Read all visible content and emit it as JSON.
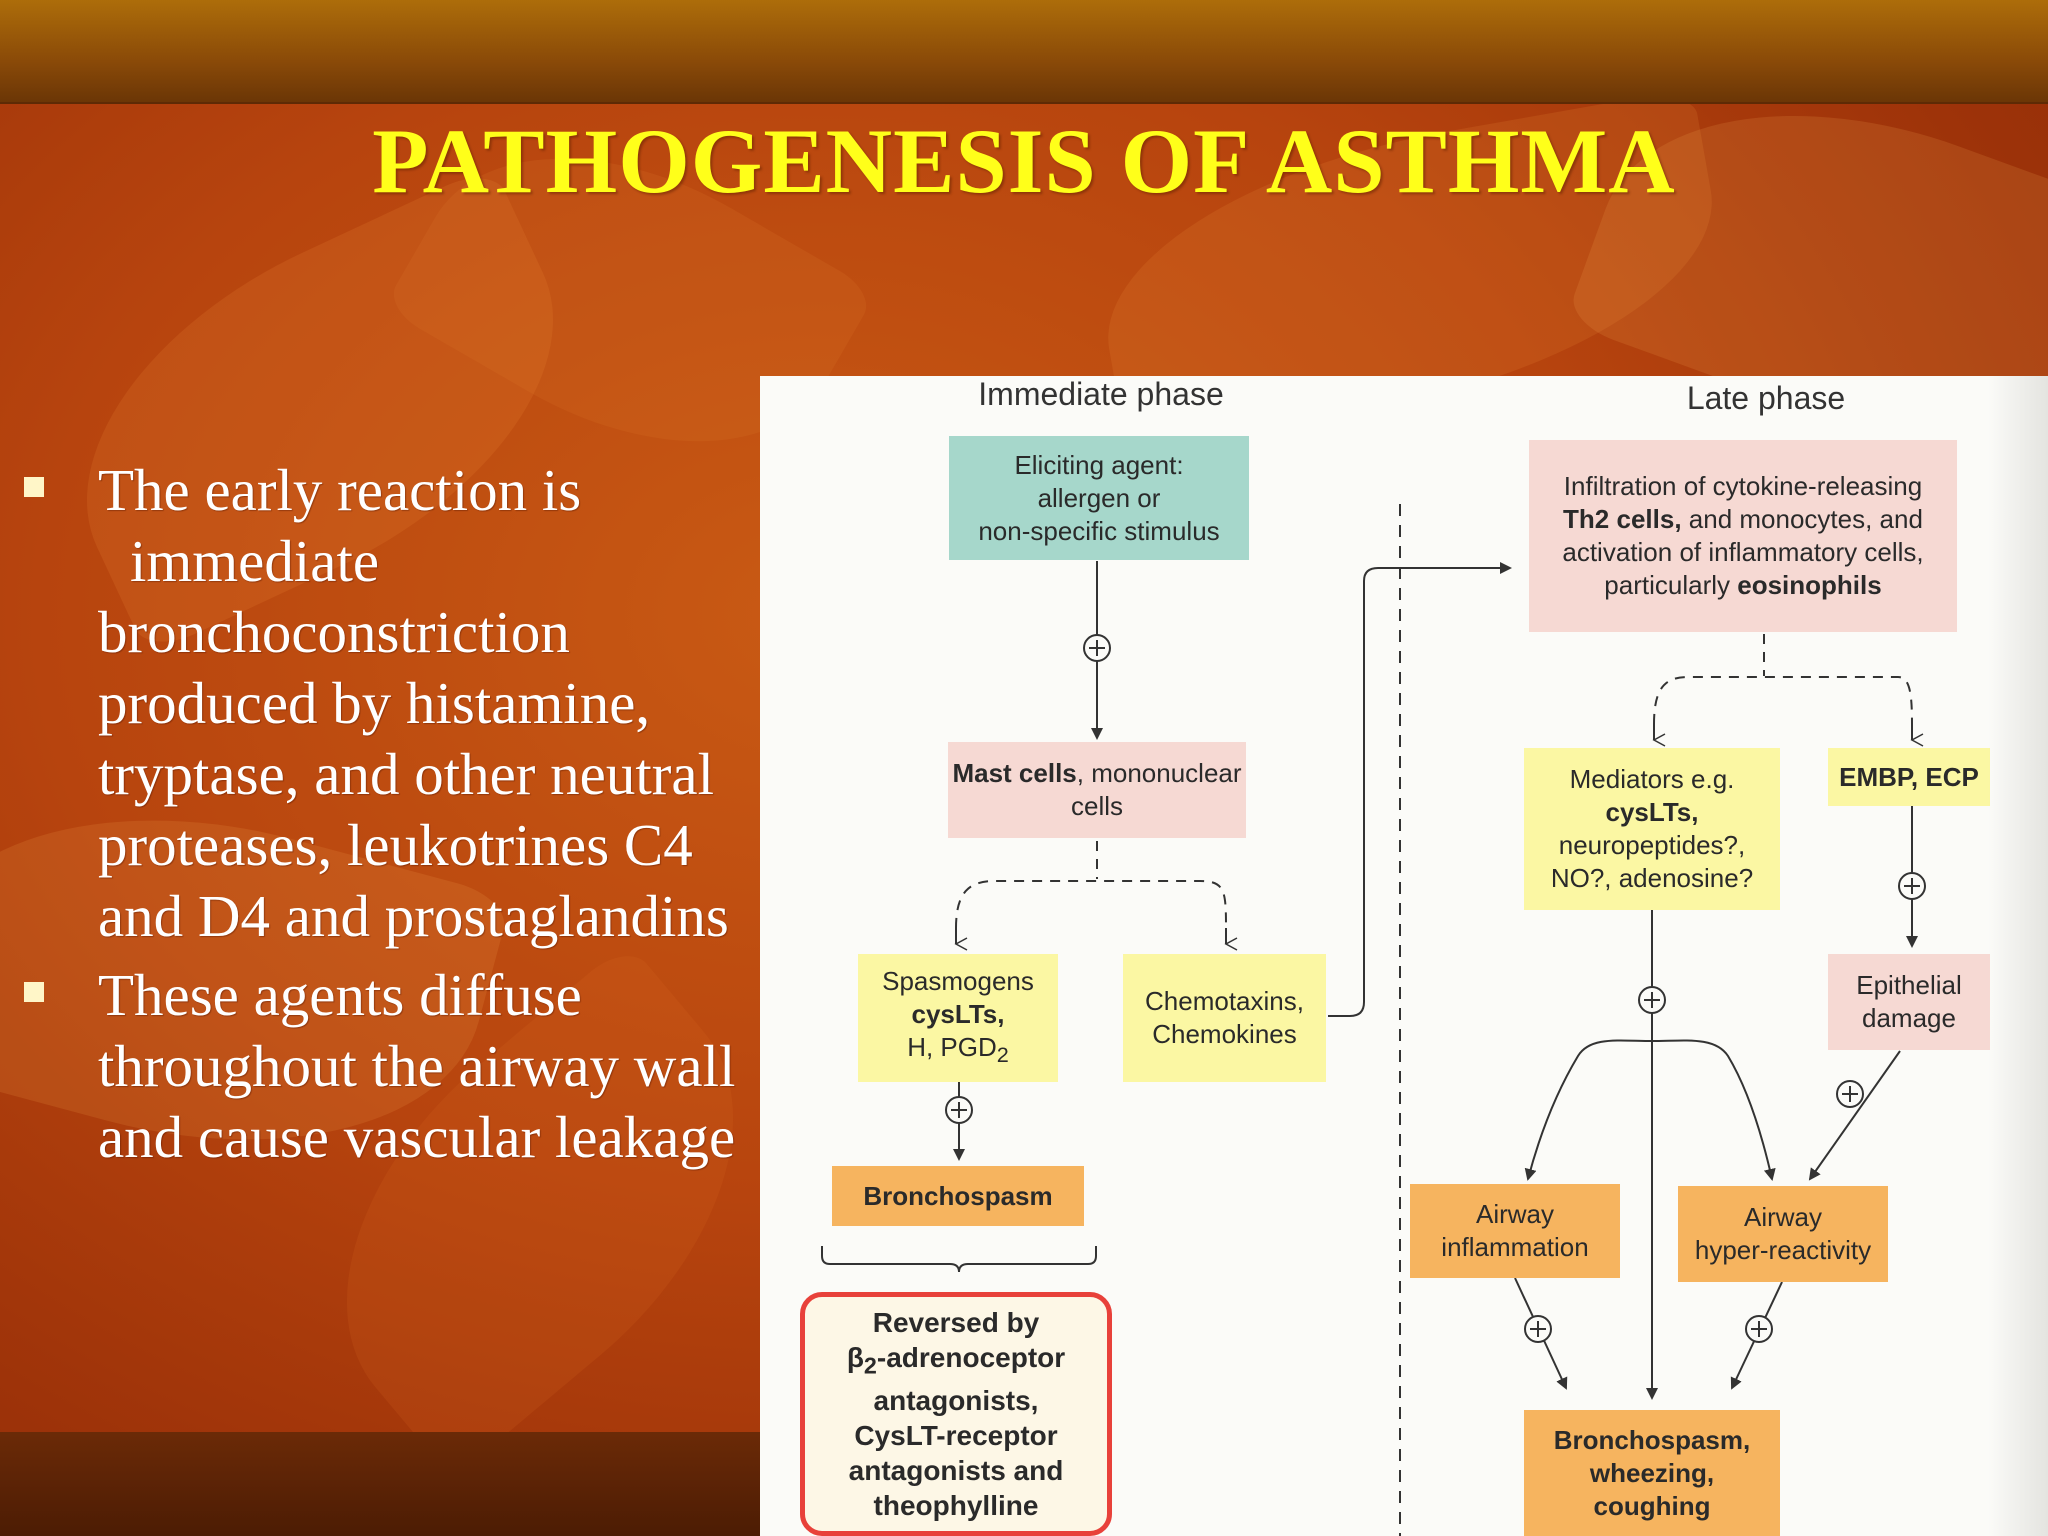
{
  "title": "PATHOGENESIS OF ASTHMA",
  "bullets": [
    {
      "first_line": "The early reaction is",
      "second_line": "immediate",
      "rest": "bronchoconstriction produced by histamine, tryptase, and other neutral proteases, leukotrines C4 and D4 and prostaglandins"
    },
    {
      "first_line": "These agents diffuse throughout the airway wall and cause vascular leakage",
      "second_line": "",
      "rest": ""
    }
  ],
  "diagram": {
    "immediate_phase_label": "Immediate phase",
    "late_phase_label": "Late phase",
    "eliciting_agent": [
      "Eliciting agent:",
      "allergen or",
      "non-specific stimulus"
    ],
    "mast_cells_bold": "Mast cells",
    "mast_cells_rest": ", mononuclear cells",
    "spasmogens": {
      "line1": "Spasmogens",
      "line2": "cysLTs,",
      "line3": "H, PGD",
      "subscript": "2"
    },
    "chemotaxins": [
      "Chemotaxins,",
      "Chemokines"
    ],
    "bronchospasm": "Bronchospasm",
    "reversed_by": {
      "line1": "Reversed by",
      "beta": "β",
      "beta_sub": "2",
      "line2": "-adrenoceptor",
      "line3": "antagonists,",
      "line4": "CysLT-receptor",
      "line5": "antagonists and",
      "line6": "theophylline"
    },
    "infiltration": {
      "part1": "Infiltration of cytokine-releasing ",
      "bold1": "Th2 cells,",
      "part2": " and monocytes, and activation of inflammatory cells, particularly ",
      "bold2": "eosinophils"
    },
    "mediators": {
      "line1": "Mediators e.g.",
      "bold": "cysLTs,",
      "line3": "neuropeptides?,",
      "line4": "NO?, adenosine?"
    },
    "embp_ecp": "EMBP, ECP",
    "epithelial_damage": [
      "Epithelial",
      "damage"
    ],
    "airway_inflammation": [
      "Airway",
      "inflammation"
    ],
    "airway_hyperreactivity": [
      "Airway",
      "hyper-reactivity"
    ],
    "late_outcome": [
      "Bronchospasm,",
      "wheezing,",
      "coughing"
    ],
    "plus_sign": "+"
  },
  "colors": {
    "title": "#ffff1a",
    "teal_box": "#a6d7cb",
    "pink_box": "#f6d9d3",
    "yellow_box": "#fbf7a3",
    "orange_box": "#f6b45f",
    "red_border": "#e8413a"
  }
}
